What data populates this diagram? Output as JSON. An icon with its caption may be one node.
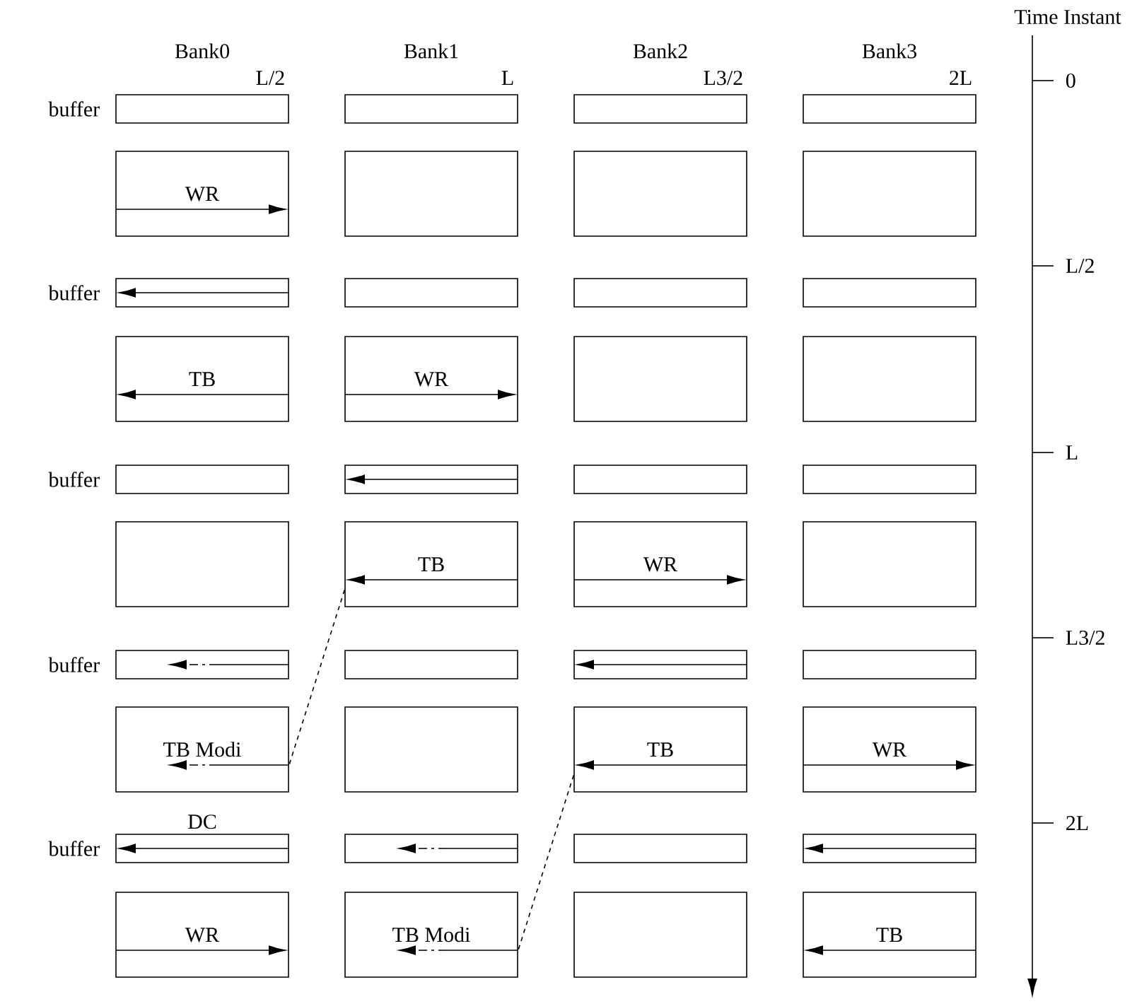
{
  "diagram": {
    "nodes": [
      {
        "text": [],
        "shape": "box",
        "beside": [
          "L/2"
        ]
      },
      {
        "text": [],
        "shape": "box",
        "beside": [
          "L"
        ]
      },
      {
        "text": [],
        "shape": "box",
        "beside": [
          "L3/2"
        ]
      },
      {
        "text": [],
        "shape": "box",
        "beside": [
          "2L"
        ]
      },
      {
        "text": [
          "WR"
        ]
      },
      {
        "text": [],
        "shape": "box"
      },
      {
        "text": [],
        "shape": "box"
      },
      {
        "text": [],
        "shape": "box"
      },
      {
        "text": [],
        "shape": "box"
      },
      {
        "text": [],
        "shape": "box"
      },
      {
        "text": [],
        "shape": "box"
      },
      {
        "text": [],
        "shape": "box"
      },
      {
        "text": [
          "TB"
        ]
      },
      {
        "text": [
          "WR"
        ]
      },
      {
        "text": [],
        "shape": "box"
      },
      {
        "text": [],
        "shape": "box"
      },
      {
        "text": [],
        "shape": "box"
      },
      {
        "text": [],
        "shape": "box"
      },
      {
        "text": [],
        "shape": "box"
      },
      {
        "text": [],
        "shape": "box"
      },
      {
        "text": [],
        "shape": "box"
      },
      {
        "text": [
          "TB"
        ]
      },
      {
        "text": [
          "WR"
        ]
      },
      {
        "text": [],
        "shape": "box"
      },
      {
        "text": [],
        "shape": "box"
      },
      {
        "text": [],
        "shape": "box"
      },
      {
        "text": [],
        "shape": "box"
      },
      {
        "text": [],
        "shape": "box"
      },
      {
        "text": [
          "TB Modi"
        ]
      },
      {
        "text": [],
        "shape": "box"
      },
      {
        "text": [
          "TB"
        ]
      },
      {
        "text": [
          "WR"
        ]
      },
      {
        "text": [
          "DC"
        ]
      },
      {
        "text": [],
        "shape": "box"
      },
      {
        "text": [],
        "shape": "box"
      },
      {
        "text": [],
        "shape": "box"
      },
      {
        "text": [
          "WR"
        ]
      },
      {
        "text": [
          "TB Modi"
        ]
      },
      {
        "text": [],
        "shape": "box"
      },
      {
        "text": [
          "TB"
        ]
      }
    ],
    "edges": [
      {
        "from": 21,
        "to": 28,
        "arrow": "none",
        "style": "dashed"
      },
      {
        "from": 30,
        "to": 37,
        "arrow": "none",
        "style": "dashed"
      }
    ],
    "labels": [
      "Time Instant",
      "Bank0",
      "Bank1",
      "Bank2",
      "Bank3",
      "0",
      "buffer",
      "L/2",
      "buffer",
      "L",
      "buffer",
      "L3/2",
      "buffer",
      "2L",
      "buffer"
    ]
  }
}
